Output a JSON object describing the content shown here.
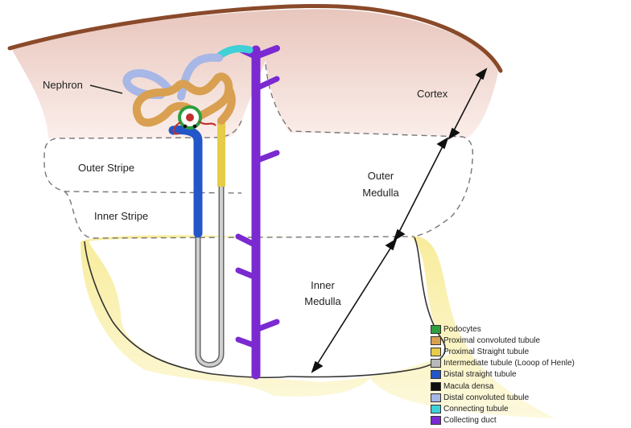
{
  "labels": {
    "nephron": "Nephron",
    "cortex": "Cortex",
    "outer_stripe": "Outer Stripe",
    "inner_stripe": "Inner Stripe",
    "outer_medulla_l1": "Outer",
    "outer_medulla_l2": "Medulla",
    "inner_medulla_l1": "Inner",
    "inner_medulla_l2": "Medulla"
  },
  "legend": [
    {
      "label": "Podocytes",
      "color": "#2e9e3e"
    },
    {
      "label": "Proximal convoluted tubule",
      "color": "#d8a050"
    },
    {
      "label": "Proximal Straight tubule",
      "color": "#e6cc48"
    },
    {
      "label": "Intermediate tubule (Looop of Henle)",
      "color": "#b8b8b8"
    },
    {
      "label": "Distal straight tubule",
      "color": "#2356c8"
    },
    {
      "label": "Macula densa",
      "color": "#111111"
    },
    {
      "label": "Distal convoluted tubule",
      "color": "#a7b7e6"
    },
    {
      "label": "Connecting tubule",
      "color": "#3fd0d8"
    },
    {
      "label": "Collecting duct",
      "color": "#7a2ad0"
    }
  ],
  "colors": {
    "capsule": "#8a4a2a",
    "cortex_fill": "#f4ddd8",
    "inner_medulla_fill": "#fbf3b8"
  }
}
